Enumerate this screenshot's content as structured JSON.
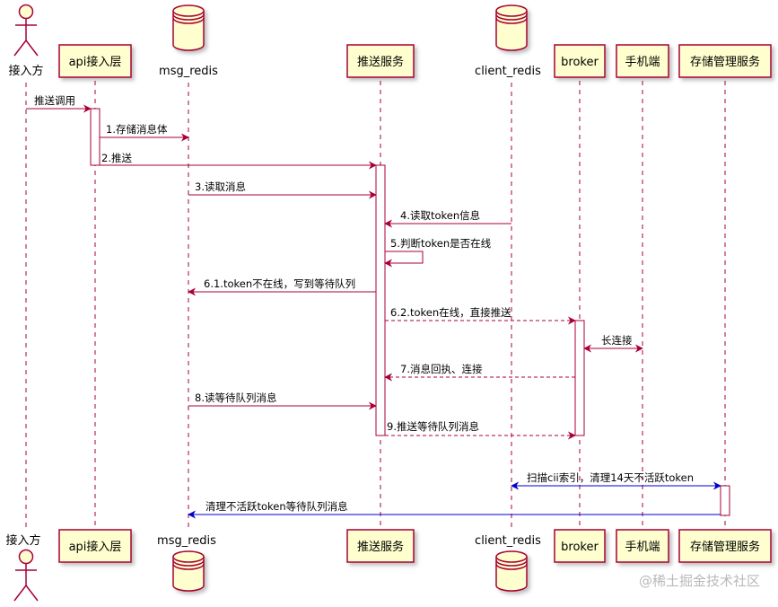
{
  "participants": [
    {
      "id": "p0",
      "kind": "actor",
      "label": "接入方"
    },
    {
      "id": "p1",
      "kind": "box",
      "label": "api接入层"
    },
    {
      "id": "p2",
      "kind": "database",
      "label": "msg_redis"
    },
    {
      "id": "p3",
      "kind": "box",
      "label": "推送服务"
    },
    {
      "id": "p4",
      "kind": "database",
      "label": "client_redis"
    },
    {
      "id": "p5",
      "kind": "box",
      "label": "broker"
    },
    {
      "id": "p6",
      "kind": "box",
      "label": "手机端"
    },
    {
      "id": "p7",
      "kind": "box",
      "label": "存储管理服务"
    }
  ],
  "messages": [
    {
      "id": "m0",
      "label": "推送调用",
      "style": "solid"
    },
    {
      "id": "m1",
      "label": "1.存储消息体",
      "style": "solid"
    },
    {
      "id": "m2",
      "label": "2.推送",
      "style": "solid"
    },
    {
      "id": "m3",
      "label": "3.读取消息",
      "style": "solid"
    },
    {
      "id": "m4",
      "label": "4.读取token信息",
      "style": "solid"
    },
    {
      "id": "m5",
      "label": "5.判断token是否在线",
      "style": "self"
    },
    {
      "id": "m6",
      "label": "6.1.token不在线，写到等待队列",
      "style": "solid"
    },
    {
      "id": "m7",
      "label": "6.2.token在线，直接推送",
      "style": "dashed"
    },
    {
      "id": "m8",
      "label": "长连接",
      "style": "both"
    },
    {
      "id": "m9",
      "label": "7.消息回执、连接",
      "style": "dashed"
    },
    {
      "id": "m10",
      "label": "8.读等待队列消息",
      "style": "solid"
    },
    {
      "id": "m11",
      "label": "9.推送等待队列消息",
      "style": "dashed"
    },
    {
      "id": "m12",
      "label": "扫描cii索引，清理14天不活跃token",
      "style": "both-blue"
    },
    {
      "id": "m13",
      "label": "清理不活跃token等待队列消息",
      "style": "blue"
    }
  ],
  "colors": {
    "arrow": "#a80036",
    "blue_arrow": "#0000cc",
    "box_fill": "#fefece",
    "box_stroke": "#a80036",
    "lifeline": "#a80036",
    "text": "#000000"
  },
  "watermark": "@稀土掘金技术社区"
}
